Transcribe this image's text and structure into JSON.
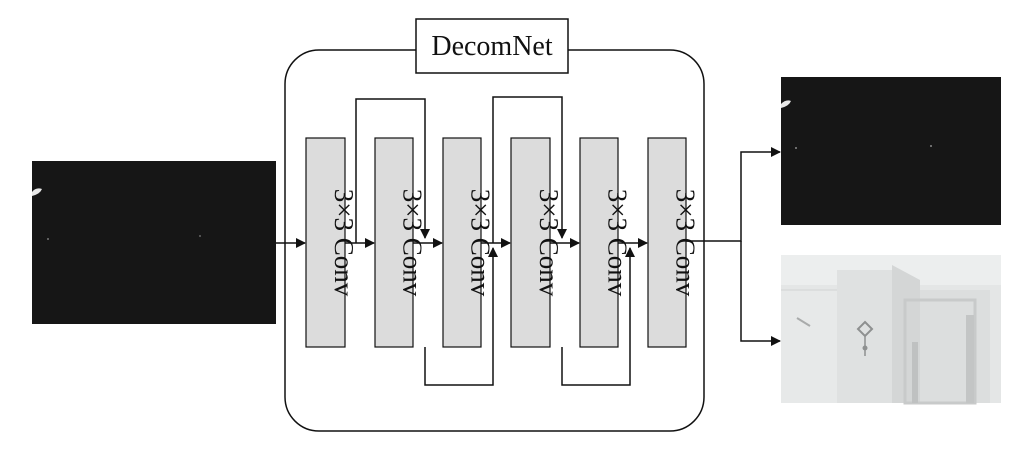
{
  "network": {
    "title": "DecomNet"
  },
  "layers": [
    {
      "label": "3×3 Conv"
    },
    {
      "label": "3×3 Conv"
    },
    {
      "label": "3×3 Conv"
    },
    {
      "label": "3×3 Conv"
    },
    {
      "label": "3×3 Conv"
    },
    {
      "label": "3×3 Conv"
    }
  ],
  "colors": {
    "conv_fill": "#dcdcdc",
    "stroke": "#111111",
    "dark_image": "#161616",
    "light_image": "#e4e6e6"
  }
}
